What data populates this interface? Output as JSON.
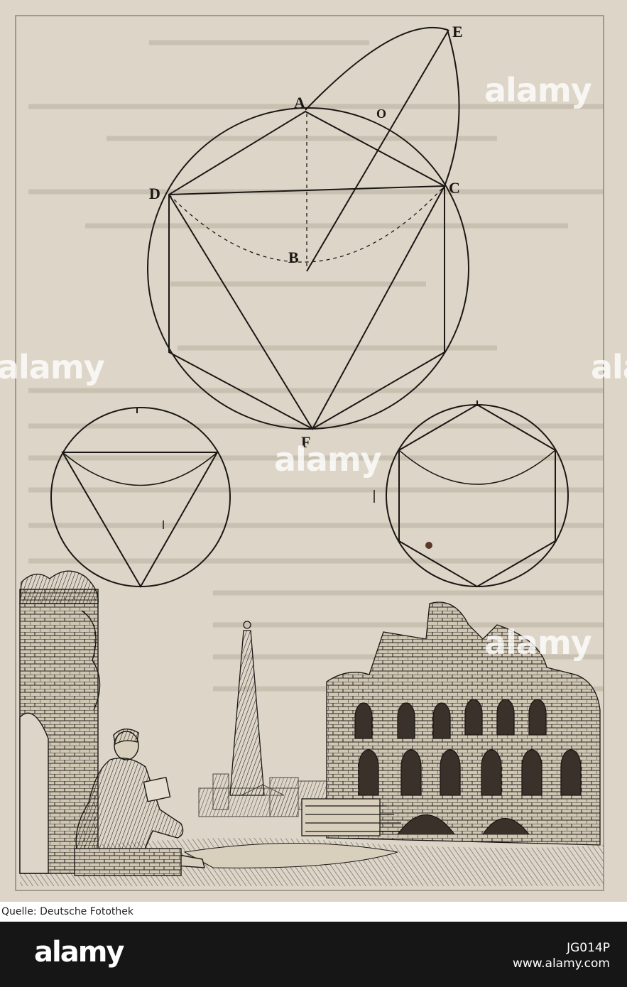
{
  "figure": {
    "point_labels": [
      "A",
      "B",
      "C",
      "D",
      "E",
      "F",
      "O"
    ]
  },
  "watermark": {
    "text": "alamy"
  },
  "credit": "Quelle: Deutsche Fotothek",
  "footer": {
    "logo": "alamy",
    "image_id": "JG014P",
    "url": "www.alamy.com"
  },
  "colors": {
    "paper": "#ddd6c8",
    "ink": "#1a1714",
    "footer_bg": "#161616"
  }
}
